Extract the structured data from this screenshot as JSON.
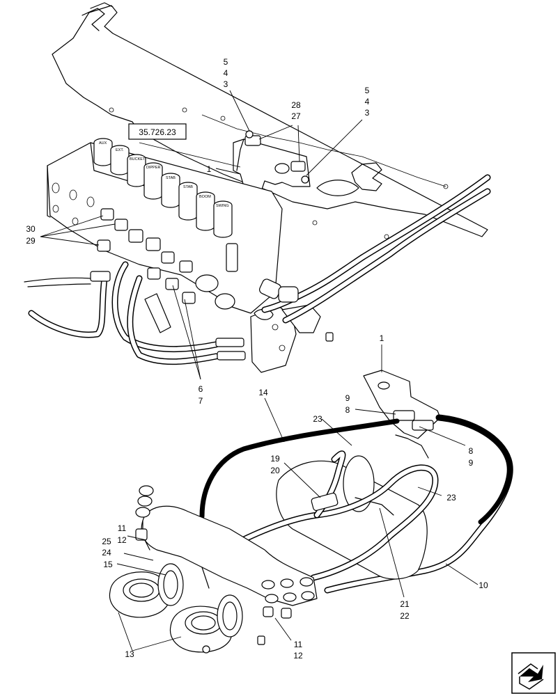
{
  "reference_box": "35.726.23",
  "callouts": {
    "top_left_stack": [
      "5",
      "4",
      "3"
    ],
    "top_right_stack": [
      "5",
      "4",
      "3"
    ],
    "elbow_pair": [
      "28",
      "27"
    ],
    "item_1_upper": "1",
    "item_1_lower": "1",
    "side_pair": [
      "30",
      "29"
    ],
    "bottom_pair": [
      "6",
      "7"
    ],
    "item_14": "14",
    "item_23_upper": "23",
    "item_23_right": "23",
    "upper_right_pair": [
      "9",
      "8"
    ],
    "lower_right_pair": [
      "8",
      "9"
    ],
    "center_pair": [
      "19",
      "20"
    ],
    "left_pair": [
      "11",
      "12"
    ],
    "left_stack": [
      "25",
      "24",
      "15"
    ],
    "item_10": "10",
    "pair_21_22": [
      "21",
      "22"
    ],
    "item_13": "13",
    "bottom_pair_11_12": [
      "11",
      "12"
    ]
  },
  "valve_keys": [
    "AUX",
    "EXT",
    "BUCKET",
    "DIPPER",
    "STAB",
    "STAB",
    "BOOM",
    "SWING"
  ],
  "nav_icon": "next-page-arrow-icon"
}
